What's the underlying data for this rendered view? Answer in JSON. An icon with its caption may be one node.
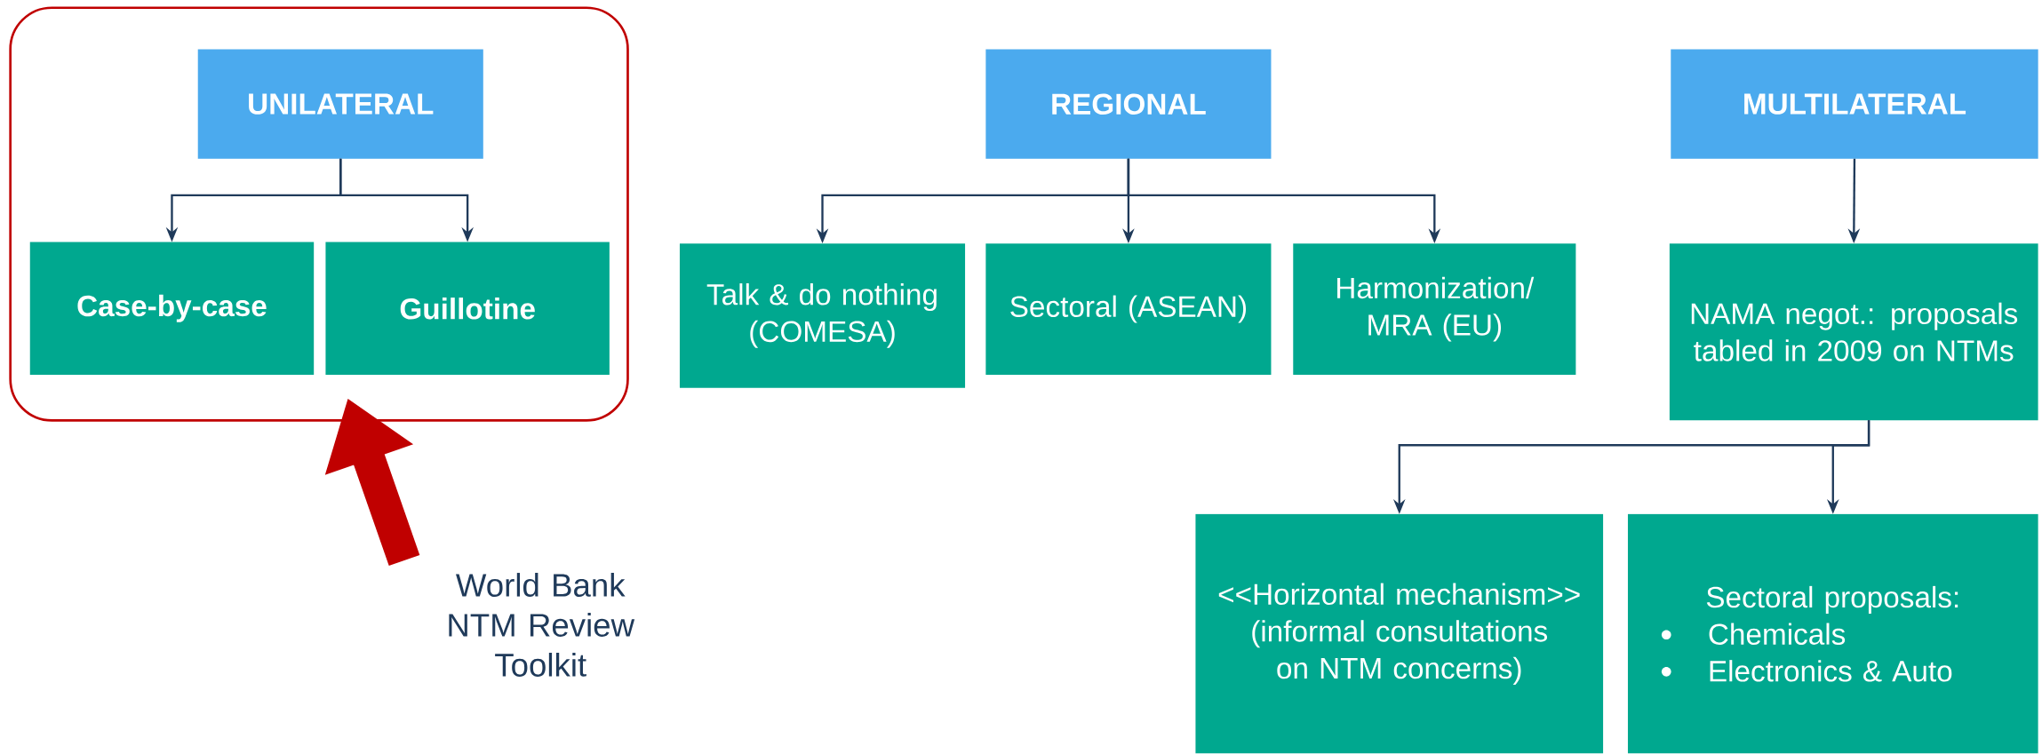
{
  "diagram": {
    "nodes": [
      {
        "text": [],
        "shape": "box"
      },
      {
        "text": [
          "UNILATERAL"
        ],
        "in": 0
      },
      {
        "text": [
          "Case-by-case"
        ],
        "in": 0
      },
      {
        "text": [
          "Guillotine"
        ],
        "in": 0
      },
      {
        "text": [
          "REGIONAL"
        ]
      },
      {
        "text": [
          "Talk & do nothing (COMESA)"
        ]
      },
      {
        "text": [
          "Sectoral (ASEAN)"
        ]
      },
      {
        "text": [
          "Harmonization/ MRA (EU)"
        ]
      },
      {
        "text": [
          "MULTILATERAL"
        ]
      },
      {
        "text": [
          "NAMA negot.: proposals tabled in 2009 on NTMs"
        ]
      },
      {
        "text": [
          "<<Horizontal mechanism>> (informal consultations on NTM concerns)"
        ]
      },
      {
        "text": [
          "Sectoral proposals:",
          "Chemicals",
          "Electronics & Auto"
        ]
      },
      {
        "text": [
          "World Bank NTM Review Toolkit"
        ]
      }
    ],
    "edges": [
      {
        "from": 1,
        "to": 2,
        "arrow": "to"
      },
      {
        "from": 1,
        "to": 3,
        "arrow": "to"
      },
      {
        "from": 4,
        "to": 5,
        "arrow": "to"
      },
      {
        "from": 4,
        "to": 6,
        "arrow": "to"
      },
      {
        "from": 4,
        "to": 7,
        "arrow": "to"
      },
      {
        "from": 8,
        "to": 9,
        "arrow": "to"
      },
      {
        "from": 9,
        "to": 10,
        "arrow": "to"
      },
      {
        "from": 9,
        "to": 11,
        "arrow": "to"
      },
      {
        "from": 12,
        "to": 0,
        "arrow": "to",
        "style": "thick",
        "color": "#c00000"
      }
    ]
  }
}
